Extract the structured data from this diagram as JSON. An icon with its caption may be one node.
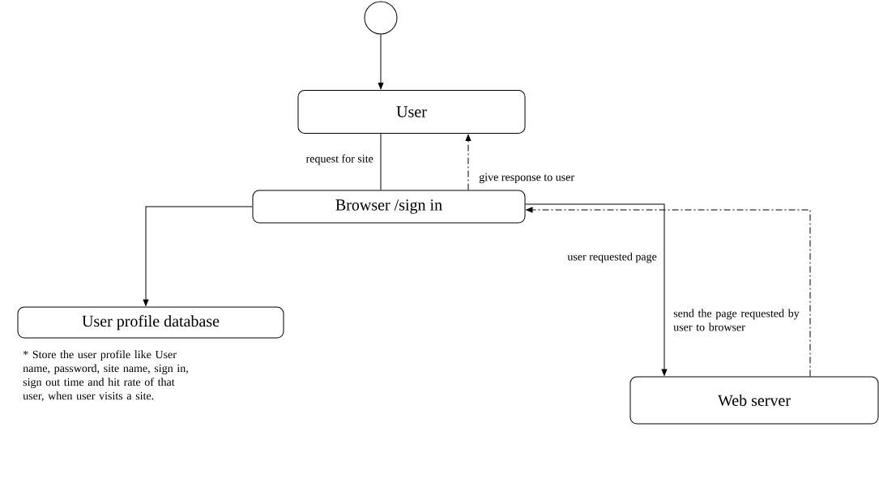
{
  "diagram": {
    "nodes": [
      {
        "text": [],
        "shape": "circle"
      },
      {
        "text": [
          "User"
        ]
      },
      {
        "text": [
          "Browser /sign in"
        ]
      },
      {
        "text": [
          "User profile database"
        ],
        "beside": [
          "* Store the user profile like User name, password, site name, sign in, sign out time and hit rate of that user, when user visits a site."
        ]
      },
      {
        "text": [
          "Web server"
        ]
      }
    ],
    "edges": [
      {
        "from": 0,
        "to": 1,
        "arrow": "to"
      },
      {
        "from": 1,
        "to": 2,
        "arrow": "none",
        "label": "request for site"
      },
      {
        "from": 2,
        "to": 1,
        "arrow": "to",
        "style": "dashed",
        "label": "give response to user"
      },
      {
        "from": 2,
        "to": 3,
        "arrow": "to"
      },
      {
        "from": 2,
        "to": 4,
        "arrow": "to",
        "label": "user requested page"
      },
      {
        "from": 4,
        "to": 2,
        "arrow": "to",
        "style": "dashed",
        "label": "send the page requested by user to browser"
      }
    ]
  }
}
